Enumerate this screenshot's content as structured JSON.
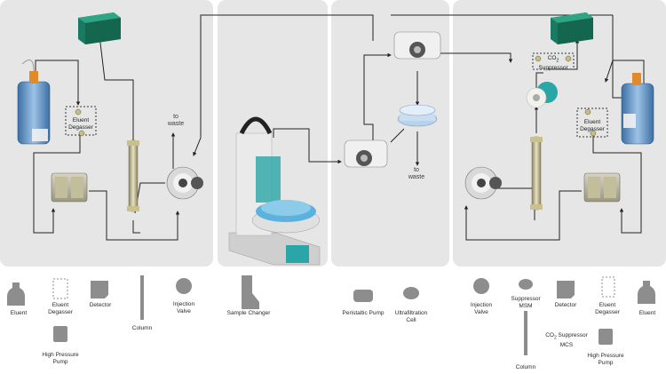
{
  "colors": {
    "panel": "#e6e6e6",
    "line": "#222222",
    "detector": "#1f8a6e",
    "bottle_blue": "#5a8fc2",
    "teal": "#2aa6a6",
    "gray_icon": "#8d8d8d"
  },
  "diagram": {
    "left": {
      "eluent_degasser": "Eluent Degasser",
      "to_waste": "to waste"
    },
    "center": {
      "to_waste": "to waste"
    },
    "right": {
      "co2_suppressor_co": "CO",
      "co2_suppressor_sub": "2",
      "co2_suppressor_rest": "Suppressor",
      "eluent_degasser": "Eluent Degasser"
    }
  },
  "legend": {
    "eluent_left": "Eluent",
    "eluent_degasser_left_1": "Eluent",
    "eluent_degasser_left_2": "Degasser",
    "detector_left": "Detector",
    "column_left": "Column",
    "injection_valve_left_1": "Injection",
    "injection_valve_left_2": "Valve",
    "hp_pump_left_1": "High Pressure",
    "hp_pump_left_2": "Pump",
    "sample_changer": "Sample Changer",
    "peristaltic_pump": "Peristaltic Pump",
    "ultrafiltration_cell_1": "Ultrafiltration",
    "ultrafiltration_cell_2": "Cell",
    "injection_valve_right_1": "Injection",
    "injection_valve_right_2": "Valve",
    "suppressor_msm_1": "Suppressor",
    "suppressor_msm_2": "MSM",
    "detector_right": "Detector",
    "eluent_degasser_right_1": "Eluent",
    "eluent_degasser_right_2": "Degasser",
    "eluent_right": "Eluent",
    "co2_suppressor_mcs_co": "CO",
    "co2_suppressor_mcs_sub": "2",
    "co2_suppressor_mcs_rest": "Suppressor",
    "co2_suppressor_mcs_2": "MCS",
    "column_right": "Column",
    "hp_pump_right_1": "High Pressure",
    "hp_pump_right_2": "Pump"
  }
}
